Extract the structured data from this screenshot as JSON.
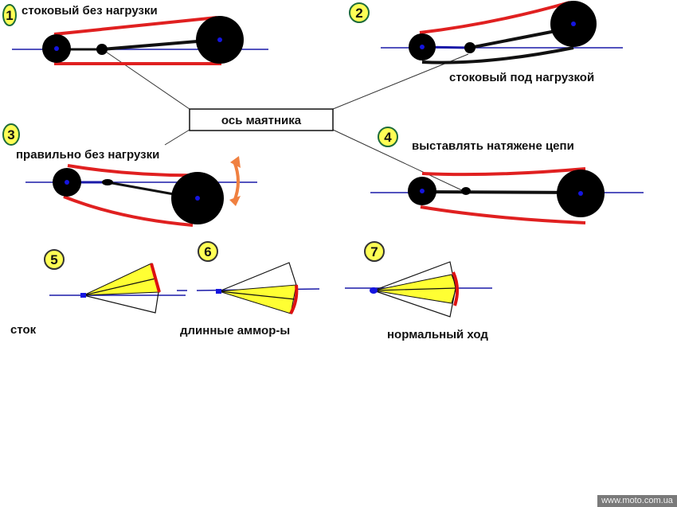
{
  "center_box": {
    "label": "ось маятника"
  },
  "panels": [
    {
      "number": "1",
      "caption": "стоковый без нагрузки"
    },
    {
      "number": "2",
      "caption": "стоковый под нагрузкой"
    },
    {
      "number": "3",
      "caption": "правильно без нагрузки"
    },
    {
      "number": "4",
      "caption": "выставлять натяжене цепи"
    },
    {
      "number": "5",
      "caption": "сток"
    },
    {
      "number": "6",
      "caption": "длинные аммор-ы"
    },
    {
      "number": "7",
      "caption": "нормальный ход"
    }
  ],
  "watermark": "www.moto.com.ua",
  "colors": {
    "chain_upper": "#e02020",
    "chain_slack": "#111111",
    "axis_line": "#1a1aa8",
    "sprocket": "#000000",
    "hub": "#1515e0",
    "badge_fill": "#ffff55",
    "badge_border": "#1d6b3a",
    "sector_fill": "#ffff33",
    "arc_red": "#dd1111",
    "arrow_orange": "#f08040"
  }
}
